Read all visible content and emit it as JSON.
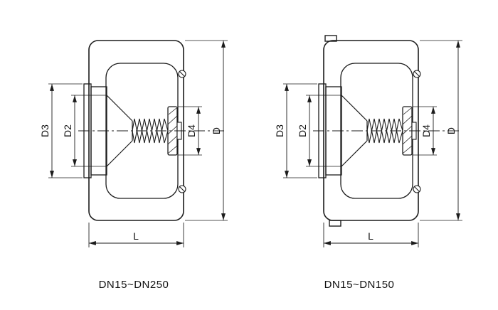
{
  "diagram": {
    "stroke_color": "#1c1c1c",
    "ink_color": "#111111",
    "background_color": "#ffffff",
    "valves": {
      "left": {
        "caption": "DN15~DN250",
        "dim_d3": "D3",
        "dim_d2": "D2",
        "dim_d4": "D4",
        "dim_d": "D",
        "dim_l": "L"
      },
      "right": {
        "caption": "DN15~DN150",
        "dim_d3": "D3",
        "dim_d2": "D2",
        "dim_d4": "D4",
        "dim_d": "D",
        "dim_l": "L"
      }
    }
  }
}
